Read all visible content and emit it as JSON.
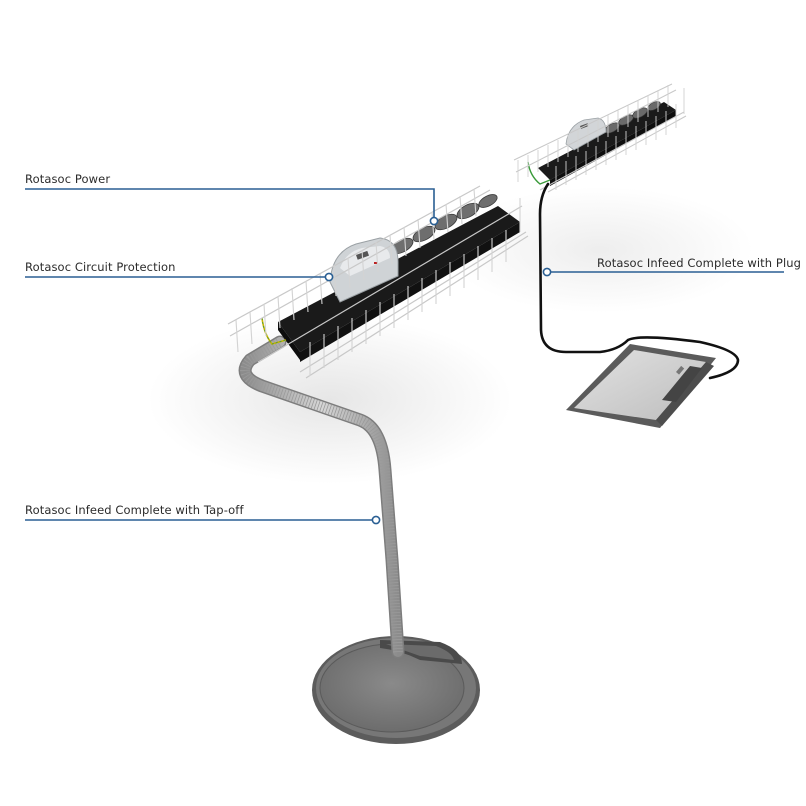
{
  "diagram": {
    "accent_color": "#2a5f93",
    "callouts": [
      {
        "id": "rotasoc-power",
        "label": "Rotasoc Power"
      },
      {
        "id": "rotasoc-circuit-protection",
        "label": "Rotasoc Circuit Protection"
      },
      {
        "id": "rotasoc-infeed-plug",
        "label": "Rotasoc Infeed Complete with Plug"
      },
      {
        "id": "rotasoc-infeed-tapoff",
        "label": "Rotasoc Infeed Complete with Tap-off"
      }
    ],
    "components": [
      {
        "name": "wire-basket-tray-left",
        "type": "cable tray"
      },
      {
        "name": "power-module-left",
        "type": "socket strip"
      },
      {
        "name": "wire-basket-tray-right",
        "type": "cable tray"
      },
      {
        "name": "power-module-right",
        "type": "socket strip"
      },
      {
        "name": "flexible-conduit",
        "type": "conduit"
      },
      {
        "name": "desk-grommet",
        "type": "round floor box"
      },
      {
        "name": "black-power-cable",
        "type": "cable"
      },
      {
        "name": "floor-box-plate",
        "type": "rectangular floor box"
      }
    ]
  }
}
